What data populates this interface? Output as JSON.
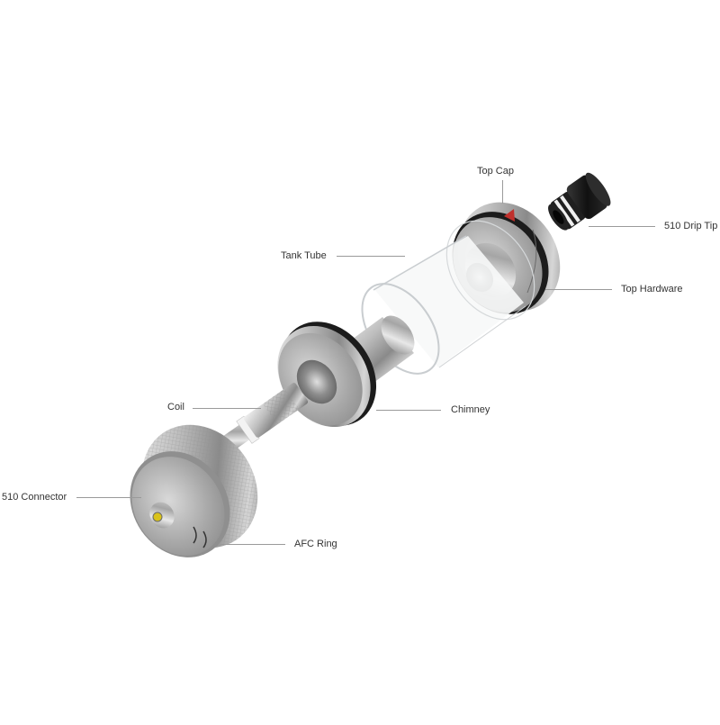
{
  "diagram": {
    "type": "exploded-view",
    "subject": "sub-ohm tank atomizer",
    "colors": {
      "background": "#ffffff",
      "label_text": "#333333",
      "leader_line": "#9a9a9a",
      "steel_light": "#e6e6e6",
      "steel_mid": "#a8a8a8",
      "steel_dark": "#5e5e5e",
      "oring_black": "#1a1a1a",
      "drip_tip_black": "#151515",
      "top_cap_marker_red": "#c0302c",
      "connector_pin_yellow": "#d9c21a",
      "glass_edge": "#c9cdd0"
    },
    "labels": {
      "top_cap": "Top Cap",
      "drip_tip": "510 Drip Tip",
      "tank_tube": "Tank Tube",
      "top_hardware": "Top Hardware",
      "coil": "Coil",
      "chimney": "Chimney",
      "connector": "510 Connector",
      "afc_ring": "AFC Ring"
    }
  }
}
